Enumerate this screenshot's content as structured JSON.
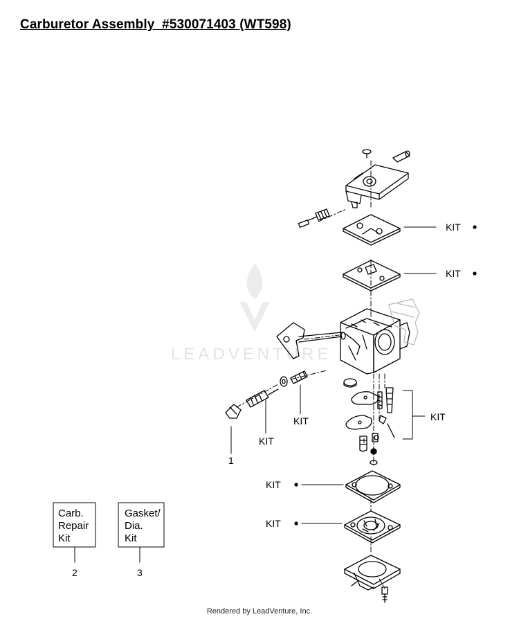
{
  "title": "Carburetor Assembly  #530071403 (WT598)",
  "watermark": "LEADVENTURE",
  "callouts": {
    "kit_1": "KIT",
    "kit_2": "KIT",
    "kit_3": "KIT",
    "kit_4": "KIT",
    "kit_5": "KIT",
    "kit_6": "KIT",
    "kit_7": "KIT",
    "part_1": "1"
  },
  "legend": [
    {
      "lines": [
        "Carb.",
        "Repair",
        "Kit"
      ],
      "number": "2"
    },
    {
      "lines": [
        "Gasket/",
        "Dia.",
        "Kit"
      ],
      "number": "3"
    }
  ],
  "footer": "Rendered by LeadVenture, Inc."
}
